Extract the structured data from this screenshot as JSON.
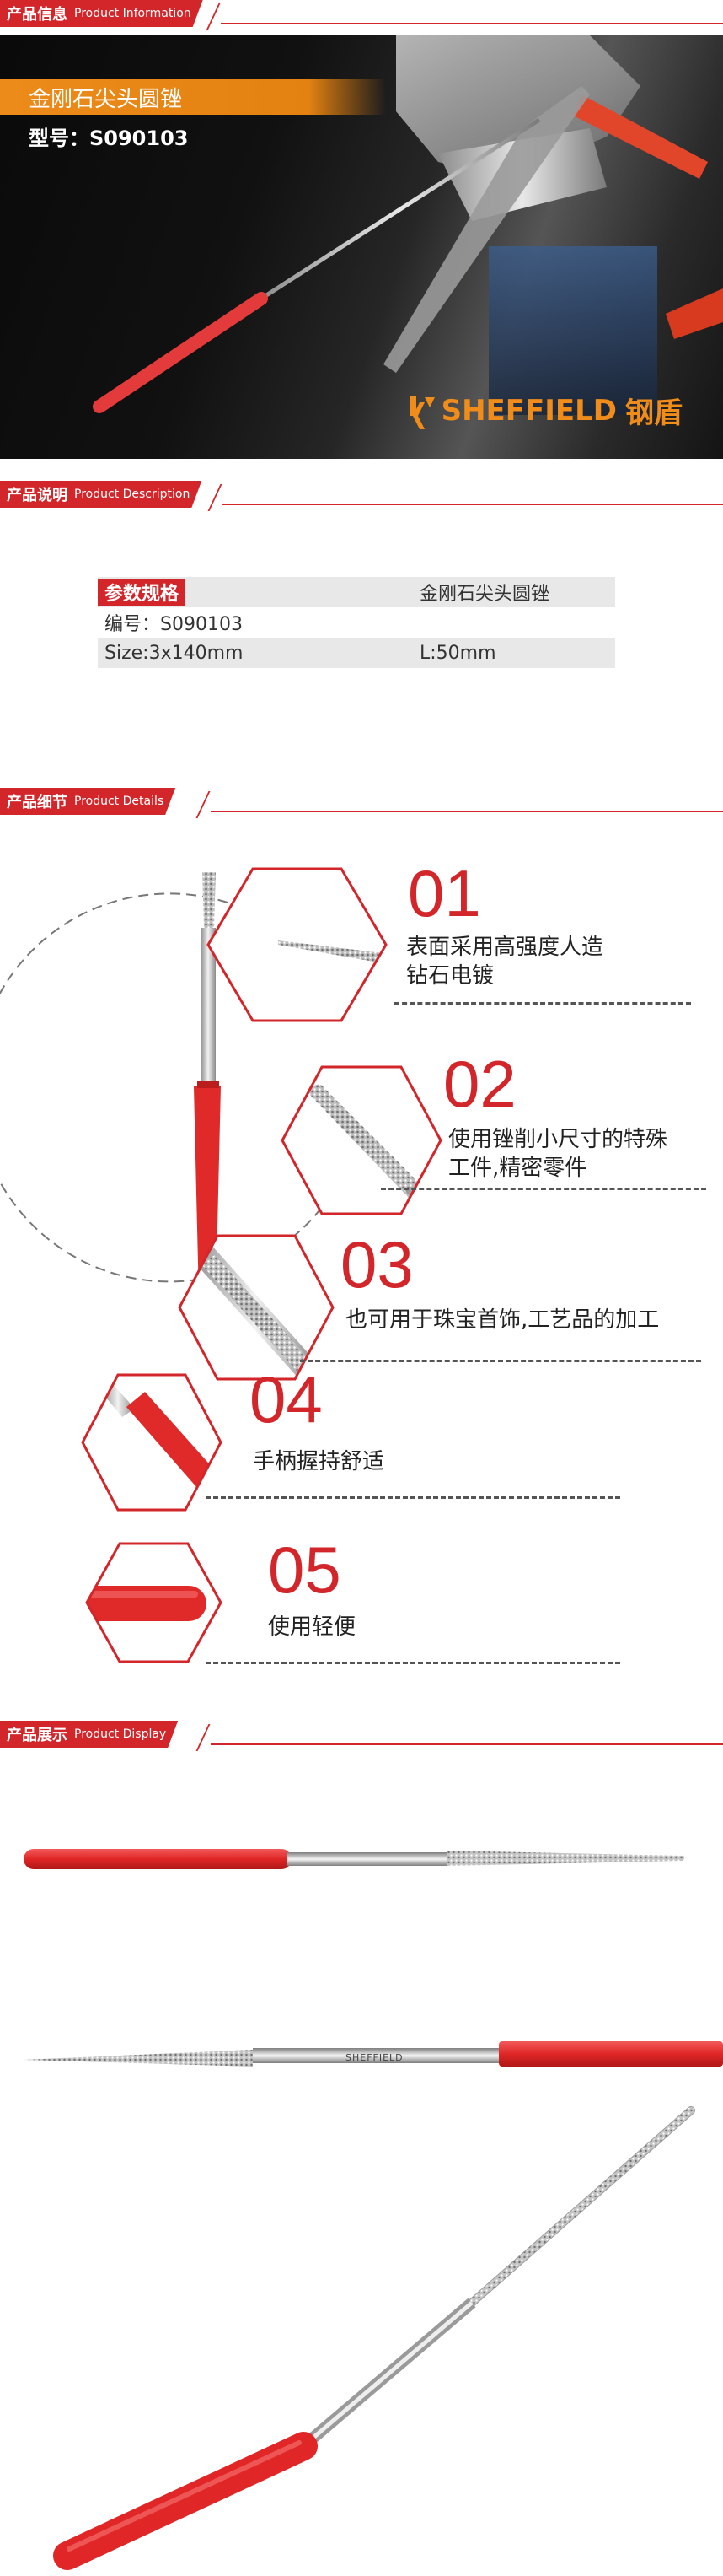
{
  "sections": {
    "info": {
      "cn": "产品信息",
      "en": "Product Information"
    },
    "desc": {
      "cn": "产品说明",
      "en": "Product Description"
    },
    "details": {
      "cn": "产品细节",
      "en": "Product Details"
    },
    "display": {
      "cn": "产品展示",
      "en": "Product Display"
    }
  },
  "hero": {
    "title": "金刚石尖头圆锉",
    "model": "型号：S090103",
    "brand_en": "SHEFFIELD",
    "brand_cn": "钢盾"
  },
  "spec": {
    "header_label": "参数规格",
    "header_value": "金刚石尖头圆锉",
    "rows": [
      {
        "c1": "编号：S090103",
        "c2": ""
      },
      {
        "c1": "Size:3x140mm",
        "c2": "L:50mm"
      }
    ]
  },
  "details": [
    {
      "num": "01",
      "lines": [
        "表面采用高强度人造",
        "钻石电镀"
      ]
    },
    {
      "num": "02",
      "lines": [
        "使用锉削小尺寸的特殊",
        "工件,精密零件"
      ]
    },
    {
      "num": "03",
      "lines": [
        "也可用于珠宝首饰,工艺品的加工"
      ]
    },
    {
      "num": "04",
      "lines": [
        "手柄握持舒适"
      ]
    },
    {
      "num": "05",
      "lines": [
        "使用轻便"
      ]
    }
  ],
  "display": {
    "engraving": "SHEFFIELD"
  },
  "colors": {
    "accent": "#d2262a",
    "orange": "#e38211",
    "handle": "#e02a2a"
  }
}
